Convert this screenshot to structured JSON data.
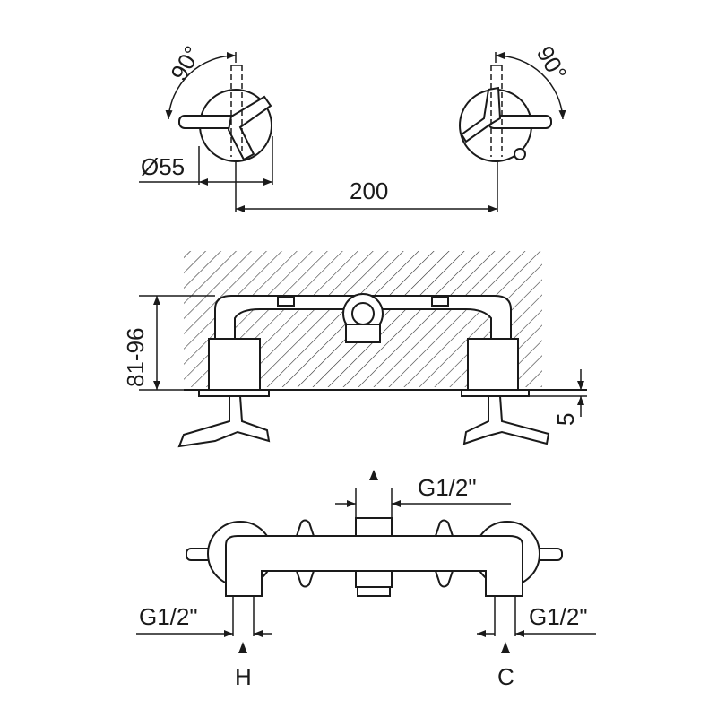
{
  "top_view": {
    "angle_left": "90°",
    "angle_right": "90°",
    "diameter": "Ø55",
    "spacing": "200"
  },
  "side_view": {
    "depth": "81-96",
    "flange": "5"
  },
  "bottom_view": {
    "outlet_thread": "G1/2\"",
    "hot_thread": "G1/2\"",
    "cold_thread": "G1/2\"",
    "hot_label": "H",
    "cold_label": "C"
  }
}
